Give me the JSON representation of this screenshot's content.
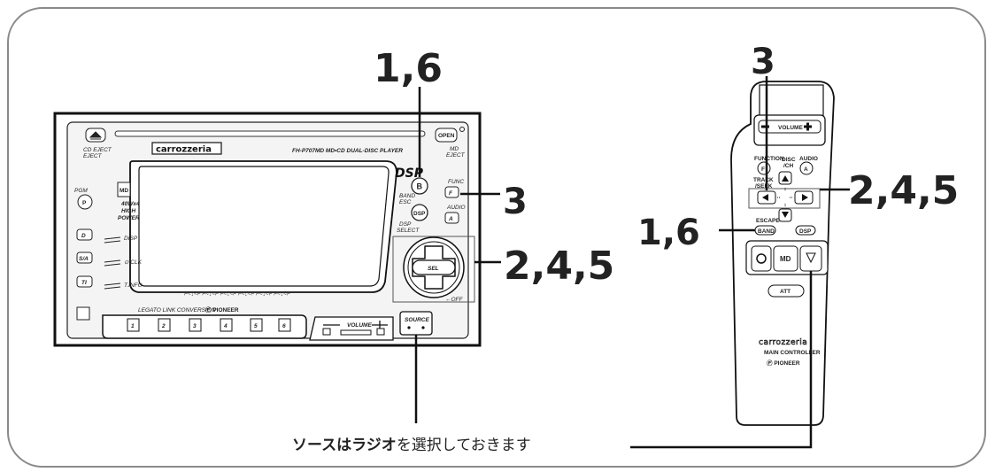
{
  "callouts": {
    "unit_top": "1,6",
    "unit_func": "3",
    "unit_joystick": "2,4,5",
    "remote_top": "3",
    "remote_arrows": "2,4,5",
    "remote_band": "1,6"
  },
  "note": {
    "bold": "ソースはラジオ",
    "rest": "を選択しておきます"
  },
  "head_unit": {
    "brand": "carrozzeria",
    "model": "FH-P707MD  MD•CD DUAL-DISC PLAYER",
    "cd_eject": "CD\nEJECT",
    "open": "OPEN",
    "md_eject": "MD\nEJECT",
    "pgm": "PGM",
    "p_btn": "P",
    "d_btn": "D",
    "sa_btn": "S/A",
    "ti_btn": "TI",
    "mini_disc": "MD",
    "power": "40Wx4 HIGH POWER",
    "disp": "DISP",
    "clk": "CLK",
    "tinfo": "T.INFO",
    "dsp": "DSP",
    "b_btn": "B",
    "band_esc": "BAND ESC",
    "dsp_btn": "DSP",
    "dsp_select": "DSP SELECT",
    "func": "FUNC",
    "f_btn": "F",
    "audio": "AUDIO",
    "a_btn": "A",
    "sel": "SEL",
    "off": "OFF",
    "legato": "LEGATO  LINK  CONVERSION",
    "pioneer": "PIONEER",
    "presets": [
      "1",
      "2",
      "3",
      "4",
      "5",
      "6"
    ],
    "volume": "VOLUME",
    "source": "SOURCE"
  },
  "remote": {
    "volume": "VOLUME",
    "function": "FUNCTION",
    "f_btn": "F",
    "disc_ch": "DISC /CH",
    "audio": "AUDIO",
    "a_btn": "A",
    "track_seek": "TRACK /SEEK",
    "escape": "ESCAPE",
    "band": "BAND",
    "dsp": "DSP",
    "md": "MD",
    "att": "ATT",
    "brand": "carrozzeria",
    "main_controller": "MAIN CONTROLLER",
    "pioneer": "PIONEER"
  }
}
